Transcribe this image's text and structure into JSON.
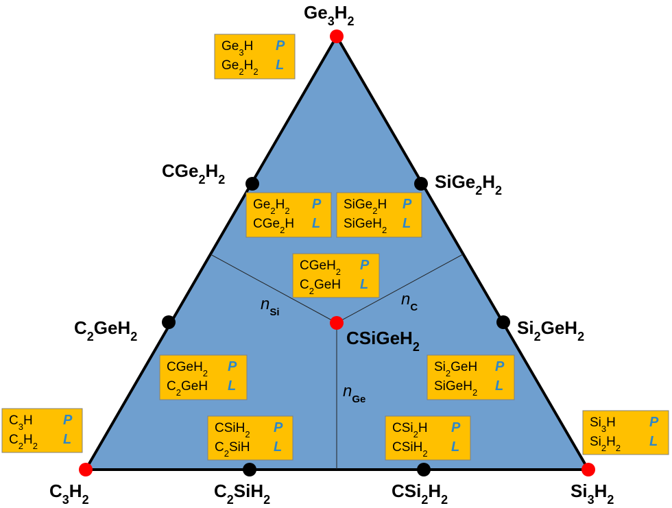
{
  "vertices": {
    "top": {
      "base": "Ge",
      "sub1": "3",
      "mid": "H",
      "sub2": "2",
      "dot": "#ff0000"
    },
    "left": {
      "base": "C",
      "sub1": "3",
      "mid": "H",
      "sub2": "2",
      "dot": "#ff0000"
    },
    "right": {
      "base": "Si",
      "sub1": "3",
      "mid": "H",
      "sub2": "2",
      "dot": "#ff0000"
    },
    "center": {
      "base": "CSiGeH",
      "sub1": "2",
      "mid": "",
      "sub2": "",
      "dot": "#ff0000"
    }
  },
  "edge_points": {
    "cge2h2": {
      "base": "CGe",
      "sub1": "2",
      "mid": "H",
      "sub2": "2"
    },
    "sige2h2": {
      "base": "SiGe",
      "sub1": "2",
      "mid": "H",
      "sub2": "2"
    },
    "c2geh2": {
      "base": "C",
      "sub1": "2",
      "mid": "GeH",
      "sub2": "2"
    },
    "si2geh2": {
      "base": "Si",
      "sub1": "2",
      "mid": "GeH",
      "sub2": "2"
    },
    "c2sih2": {
      "base": "C",
      "sub1": "2",
      "mid": "SiH",
      "sub2": "2"
    },
    "csi2h2": {
      "base": "CSi",
      "sub1": "2",
      "mid": "H",
      "sub2": "2"
    }
  },
  "axis_labels": {
    "n_si": {
      "n": "n",
      "sub": "Si"
    },
    "n_c": {
      "n": "n",
      "sub": "C"
    },
    "n_ge": {
      "n": "n",
      "sub": "Ge"
    }
  },
  "boxes": {
    "ge3h2": [
      {
        "a": "Ge",
        "s": "3",
        "b": "H",
        "t": "",
        "tag": "P"
      },
      {
        "a": "Ge",
        "s": "2",
        "b": "H",
        "t": "2",
        "tag": "L"
      }
    ],
    "cge2h2": [
      {
        "a": "Ge",
        "s": "2",
        "b": "H",
        "t": "2",
        "tag": "P"
      },
      {
        "a": "CGe",
        "s": "2",
        "b": "H",
        "t": "",
        "tag": "L"
      }
    ],
    "sige2h2": [
      {
        "a": "SiGe",
        "s": "2",
        "b": "H",
        "t": "",
        "tag": "P"
      },
      {
        "a": "SiGeH",
        "s": "2",
        "b": "",
        "t": "",
        "tag": "L"
      }
    ],
    "center": [
      {
        "a": "CGeH",
        "s": "2",
        "b": "",
        "t": "",
        "tag": "P"
      },
      {
        "a": "C",
        "s": "2",
        "b": "GeH",
        "t": "",
        "tag": "L"
      }
    ],
    "c2geh2": [
      {
        "a": "CGeH",
        "s": "2",
        "b": "",
        "t": "",
        "tag": "P"
      },
      {
        "a": "C",
        "s": "2",
        "b": "GeH",
        "t": "",
        "tag": "L"
      }
    ],
    "si2geh2": [
      {
        "a": "Si",
        "s": "2",
        "b": "GeH",
        "t": "",
        "tag": "P"
      },
      {
        "a": "SiGeH",
        "s": "2",
        "b": "",
        "t": "",
        "tag": "L"
      }
    ],
    "c3h2": [
      {
        "a": "C",
        "s": "3",
        "b": "H",
        "t": "",
        "tag": "P"
      },
      {
        "a": "C",
        "s": "2",
        "b": "H",
        "t": "2",
        "tag": "L"
      }
    ],
    "c2sih2": [
      {
        "a": "CSiH",
        "s": "2",
        "b": "",
        "t": "",
        "tag": "P"
      },
      {
        "a": "C",
        "s": "2",
        "b": "SiH",
        "t": "",
        "tag": "L"
      }
    ],
    "csi2h2": [
      {
        "a": "CSi",
        "s": "2",
        "b": "H",
        "t": "",
        "tag": "P"
      },
      {
        "a": "CSiH",
        "s": "2",
        "b": "",
        "t": "",
        "tag": "L"
      }
    ],
    "si3h2": [
      {
        "a": "Si",
        "s": "3",
        "b": "H",
        "t": "",
        "tag": "P"
      },
      {
        "a": "Si",
        "s": "2",
        "b": "H",
        "t": "2",
        "tag": "L"
      }
    ]
  },
  "colors": {
    "triangle_fill": "#6f9fcf",
    "triangle_stroke": "#000000",
    "box_fill": "#ffc000",
    "box_stroke": "#7f7f7f",
    "tag_color": "#2e86c8",
    "edge_dot": "#000000"
  }
}
